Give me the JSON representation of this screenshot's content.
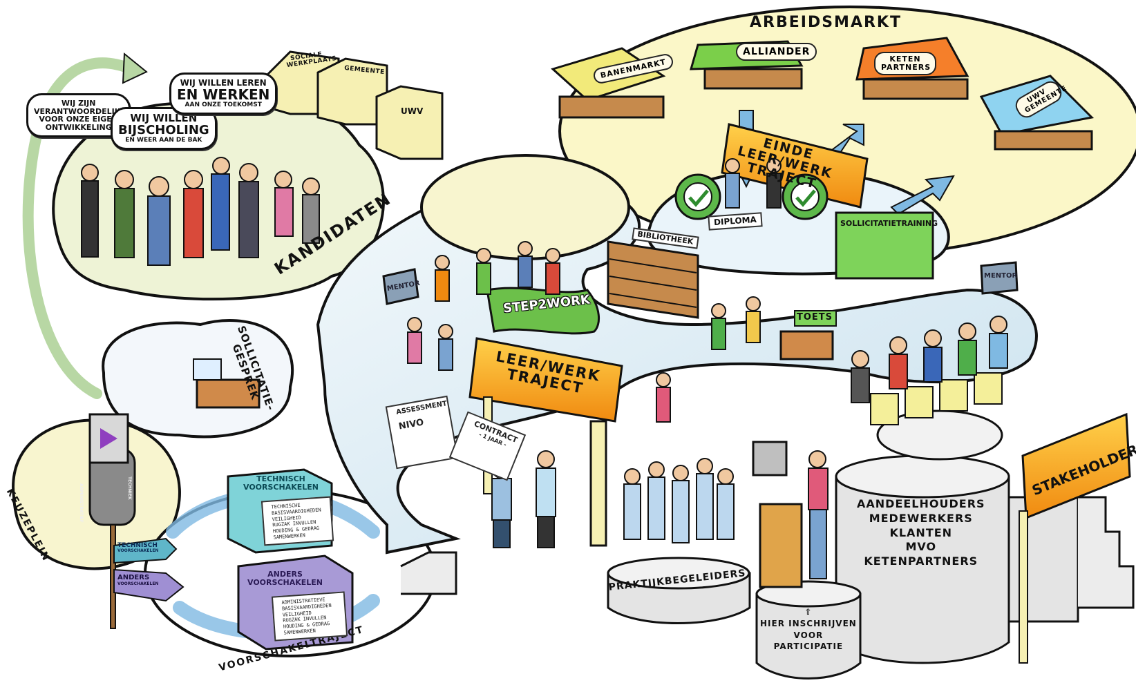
{
  "scene": {
    "title": "ARBEIDSMARKT",
    "sections": {
      "kandidaten": "KANDIDATEN",
      "sollicitatiegesprek": [
        "SOLLICITATIE-",
        "GESPREK"
      ],
      "keuzeplein": "KEUZEPLEIN",
      "voorschakeltraject": "VOORSCHAKELTRAJECT",
      "praktijkbegeleiders": "PRAKTIJKBEGELEIDERS",
      "stakeholders": "STAKEHOLDERS",
      "stakeholder_groups": [
        "AANDEELHOUDERS",
        "MEDEWERKERS",
        "KLANTEN",
        "MVO",
        "KETENPARTNERS"
      ],
      "hier_inschrijven": [
        "HIER INSCHRIJVEN",
        "VOOR",
        "PARTICIPATIE"
      ]
    },
    "speech_bubbles": {
      "verantwoordelijk": [
        "WIJ ZIJN",
        "VERANTWOORDELIJK",
        "VOOR ONZE EIGEN",
        "ONTWIKKELING"
      ],
      "bijscholing": [
        "WIJ WILLEN",
        "BIJSCHOLING",
        "EN WEER AAN DE BAK"
      ],
      "leren_werken": [
        "WIJ WILLEN LEREN",
        "EN WERKEN",
        "AAN ONZE TOEKOMST"
      ]
    },
    "buildings": [
      "SOCIALE WERKPLAATS",
      "GEMEENTE",
      "UWV"
    ],
    "market_stalls": [
      "BANENMARKT",
      "ALLIANDER",
      "KETEN PARTNERS",
      "UWV GEMEENTE"
    ],
    "signs": {
      "einde": [
        "EINDE",
        "LEER/WERK",
        "TRAJECT"
      ],
      "leer_werk": [
        "LEER/WERK",
        "TRAJECT"
      ],
      "step2work": "STEP2WORK",
      "diploma": "DIPLOMA",
      "sollicitatietraining": "SOLLICITATIETRAINING",
      "bibliotheek": "BIBLIOTHEEK",
      "toets": "TOETS",
      "mentor_left": "MENTOR",
      "mentor_right": "MENTOR",
      "assessment_title": "ASSESSMENT",
      "assessment_nivo": "NIVO",
      "contract": [
        "CONTRACT",
        "- 1 JAAR -"
      ],
      "technisch_sign": [
        "TECHNISCH",
        "VOORSCHAKELEN"
      ],
      "anders_sign": [
        "ANDERS",
        "VOORSCHAKELEN"
      ],
      "kiosk_left": "ADMINISTRATIEF",
      "kiosk_right": "TECHNIEK"
    },
    "boxes": {
      "technisch": {
        "title": [
          "TECHNISCH",
          "VOORSCHAKELEN"
        ],
        "items": [
          "TECHNISCHE",
          "BASISVAARDIGHEDEN",
          "VEILIGHEID",
          "RUGZAK INVULLEN",
          "HOUDING & GEDRAG",
          "SAMENWERKEN"
        ]
      },
      "anders": {
        "title": [
          "ANDERS",
          "VOORSCHAKELEN"
        ],
        "items": [
          "ADMINISTRATIEVE",
          "BASISVAARDIGHEDEN",
          "VEILIGHEID",
          "RUGZAK INVULLEN",
          "HOUDING & GEDRAG",
          "SAMENWERKEN"
        ]
      }
    },
    "colors": {
      "path": "#dfeef6",
      "path_edge": "#111111",
      "kandidaten_ground": "#eef3d6",
      "market_ground": "#fbf7c8",
      "arrow_green": "#b8d7a4",
      "arrow_blue": "#7fb9e2",
      "sign_orange": "#f7a21b",
      "flag_green": "#6cc04a",
      "teal_box": "#7fd3d8",
      "purple_box": "#a89ad6",
      "stage_grey": "#e4e4e4"
    }
  }
}
